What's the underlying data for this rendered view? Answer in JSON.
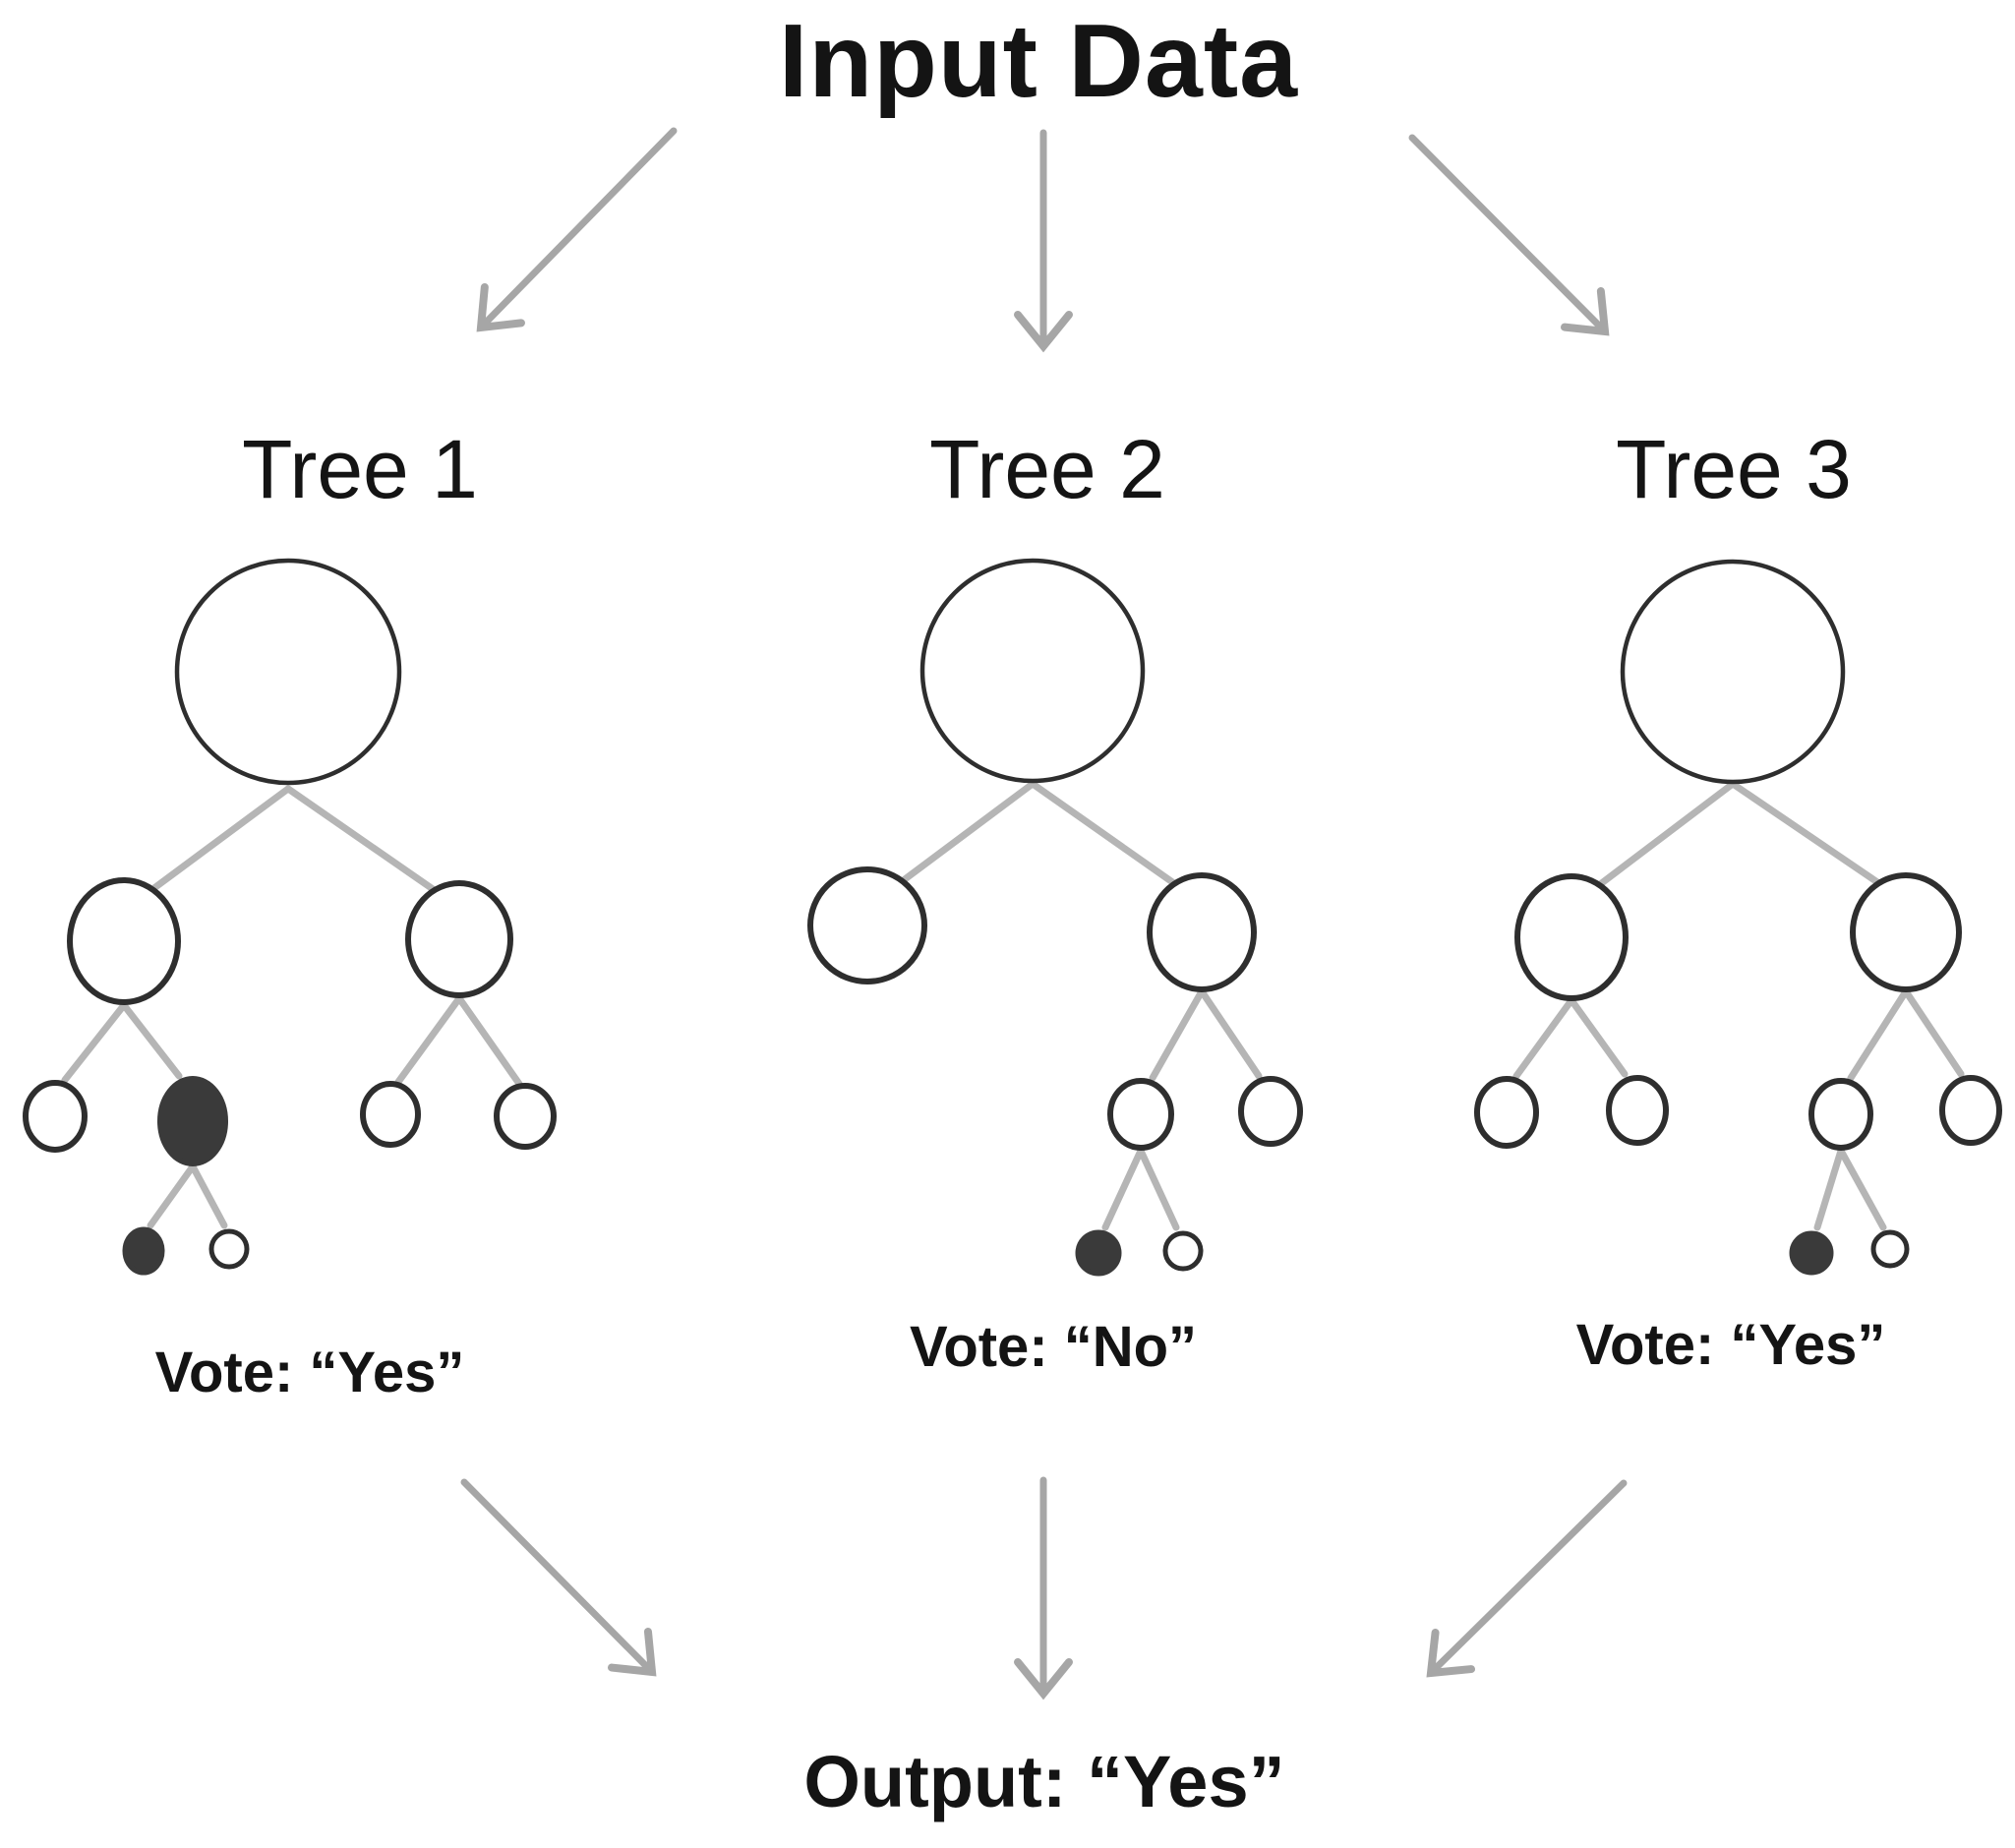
{
  "title": "Input Data",
  "output": {
    "label": "Output: “Yes”",
    "value": "Yes"
  },
  "trees": [
    {
      "label": "Tree 1",
      "vote_label": "Vote: “Yes”",
      "vote": "Yes",
      "structure": {
        "levels": 4,
        "level_node_counts": [
          1,
          2,
          4,
          2
        ],
        "children": "root has 2 children; both level-2 nodes have 2 children each; the filled level-3 node has 2 children",
        "filled_nodes": [
          "level3-child2-of-left",
          "level4-left-child"
        ],
        "open_nodes_count": 7
      }
    },
    {
      "label": "Tree 2",
      "vote_label": "Vote: “No”",
      "vote": "No",
      "structure": {
        "levels": 4,
        "level_node_counts": [
          1,
          2,
          2,
          2
        ],
        "children": "root has 2 children; only the right level-2 node has 2 children; the left level-3 node has 2 children",
        "filled_nodes": [
          "level4-left-child"
        ],
        "open_nodes_count": 6
      }
    },
    {
      "label": "Tree 3",
      "vote_label": "Vote: “Yes”",
      "vote": "Yes",
      "structure": {
        "levels": 4,
        "level_node_counts": [
          1,
          2,
          4,
          2
        ],
        "children": "root has 2 children; both level-2 nodes have 2 children each; the left child of the right level-2 node has 2 children",
        "filled_nodes": [
          "level4-left-child"
        ],
        "open_nodes_count": 8
      }
    }
  ],
  "diagram": {
    "type": "random-forest-voting",
    "description": "Input data is sent to three decision trees; each tree casts a vote (Yes/No/Yes) and the majority vote produces the output Yes",
    "arrow_flow": [
      "Input Data -> Tree 1",
      "Input Data -> Tree 2",
      "Input Data -> Tree 3",
      "Tree 1 vote -> Output",
      "Tree 2 vote -> Output",
      "Tree 3 vote -> Output"
    ],
    "colors": {
      "background": "#ffffff",
      "text": "#141414",
      "node_outline": "#2e2e2e",
      "node_fill_open": "#ffffff",
      "node_fill_dark": "#3a3a3a",
      "tree_edge": "#b5b5b5",
      "arrow": "#a6a6a6"
    }
  }
}
